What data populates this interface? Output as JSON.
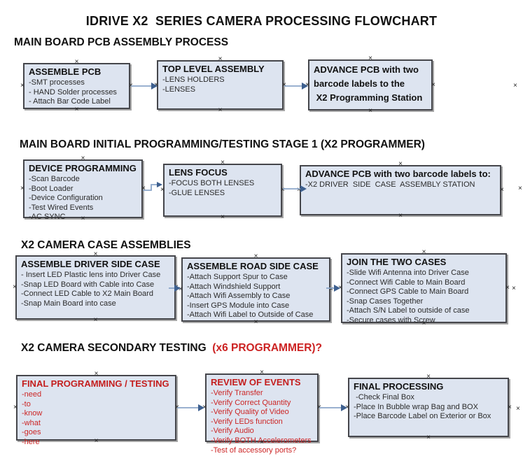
{
  "glyphs": {
    "anchor": "×"
  },
  "colors": {
    "box_fill": "#dde4f0",
    "box_border": "#45464b",
    "box_shadow": "#a6a6a6",
    "arrow_line": "#8ba6c9",
    "arrow_head": "#3e608f",
    "accent_red": "#cc2222",
    "text_black": "#1a1a1a"
  },
  "title": "IDRIVE X2  SERIES CAMERA PROCESSING FLOWCHART",
  "sections": [
    {
      "heading": "MAIN BOARD PCB ASSEMBLY PROCESS",
      "boxes": [
        {
          "title": "ASSEMBLE PCB",
          "items": [
            "-SMT processes",
            "- HAND Solder processes",
            "- Attach Bar Code Label"
          ]
        },
        {
          "title": "TOP LEVEL ASSEMBLY",
          "items": [
            "-LENS HOLDERS",
            "-LENSES"
          ]
        },
        {
          "title": "ADVANCE PCB with two\nbarcode labels to the\n X2 Programming Station",
          "items": []
        }
      ]
    },
    {
      "heading": "MAIN BOARD INITIAL PROGRAMMING/TESTING STAGE 1 (X2 PROGRAMMER)",
      "boxes": [
        {
          "title": "DEVICE PROGRAMMING",
          "items": [
            "-Scan Barcode",
            "-Boot Loader",
            "-Device Configuration",
            "-Test Wired Events",
            "-AC SYNC"
          ]
        },
        {
          "title": "LENS FOCUS",
          "items": [
            "-FOCUS BOTH LENSES",
            "-GLUE LENSES"
          ]
        },
        {
          "title": "ADVANCE PCB with two barcode labels to:",
          "items": [
            "-X2 DRIVER  SIDE  CASE  ASSEMBLY STATION"
          ]
        }
      ]
    },
    {
      "heading": "X2 CAMERA CASE ASSEMBLIES",
      "boxes": [
        {
          "title": "ASSEMBLE DRIVER SIDE CASE",
          "items": [
            "- Insert LED Plastic lens into Driver Case",
            "-Snap LED Board with Cable into Case",
            "-Connect LED Cable to X2 Main Board",
            "-Snap Main Board into case"
          ]
        },
        {
          "title": "ASSEMBLE ROAD SIDE CASE",
          "items": [
            "-Attach Support Spur to Case",
            "-Attach Windshield Support",
            "-Attach Wifi Assembly to Case",
            "-Insert GPS Module into Case",
            "-Attach Wifi Label to Outside of Case"
          ]
        },
        {
          "title": "JOIN THE TWO CASES",
          "items": [
            "-Slide Wifi Antenna into Driver Case",
            "-Connect Wifi Cable to Main Board",
            "-Connect GPS Cable to Main Board",
            "-Snap Cases Together",
            "-Attach S/N Label to outside of case",
            "-Secure cases with Screw"
          ]
        }
      ]
    },
    {
      "heading": "X2 CAMERA SECONDARY TESTING",
      "heading_accent": "  (x6 PROGRAMMER)?",
      "boxes": [
        {
          "title": "FINAL PROGRAMMING / TESTING",
          "red": true,
          "items": [
            "-need",
            "-to",
            "-know",
            "-what",
            "-goes",
            "-here"
          ]
        },
        {
          "title": "REVIEW OF EVENTS",
          "red": true,
          "items": [
            "-Verify Transfer",
            "-Verify Correct Quantity",
            "-Verify Quality of Video",
            "-Verify LEDs function",
            "-Verify Audio",
            "-Verify BOTH Accelerometers",
            "-Test of accessory ports?"
          ]
        },
        {
          "title": "FINAL PROCESSING",
          "items": [
            " -Check Final Box",
            "-Place In Bubble wrap Bag and BOX",
            "-Place Barcode Label on Exterior or Box"
          ]
        }
      ]
    }
  ]
}
